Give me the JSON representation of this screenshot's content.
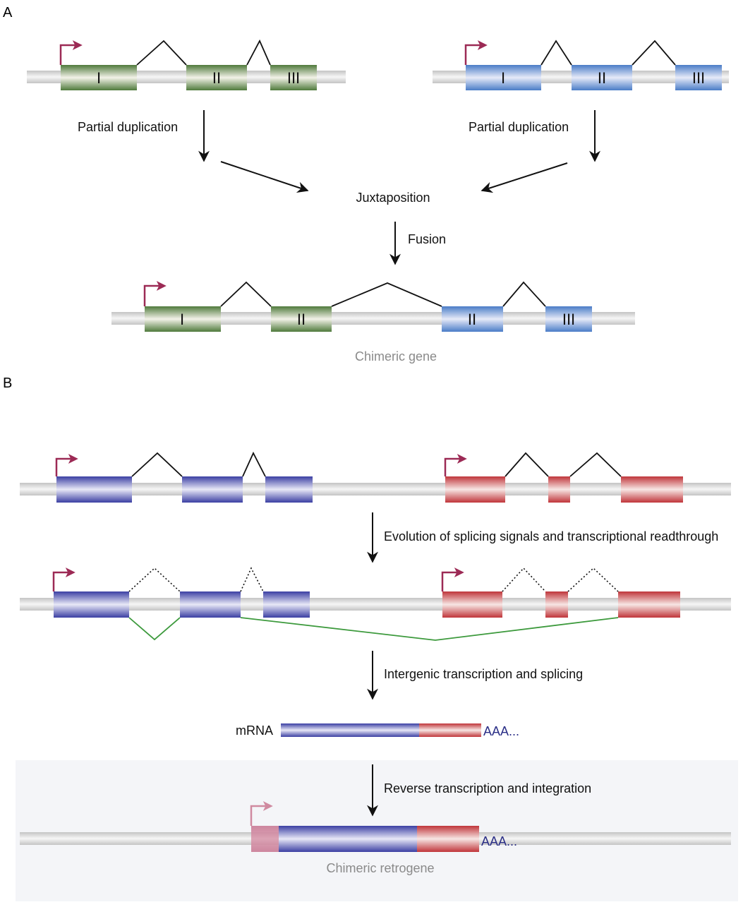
{
  "panels": {
    "a": {
      "label": "A",
      "step1": "Partial duplication",
      "step2": "Partial duplication",
      "juxtaposition": "Juxtaposition",
      "fusion": "Fusion",
      "caption": "Chimeric gene",
      "exons_green": [
        "I",
        "II",
        "III"
      ],
      "exons_blue": [
        "I",
        "II",
        "III"
      ],
      "chimeric_exons": [
        "I",
        "II",
        "II",
        "III"
      ]
    },
    "b": {
      "label": "B",
      "step1": "Evolution of splicing signals and transcriptional readthrough",
      "step2": "Intergenic transcription and splicing",
      "mrna_label": "mRNA",
      "polya": "AAA...",
      "step3": "Reverse transcription and integration",
      "polya_retro": "AAA...",
      "caption": "Chimeric retrogene"
    }
  },
  "colors": {
    "green_exon": "#4f7a3c",
    "blue_exon": "#4a7cc7",
    "purple_exon": "#3b3fa3",
    "red_exon": "#c0353a",
    "promoter": "#9c2a55",
    "retro_promoter": "#d08aa0",
    "splice_alt": "#3d9a3d",
    "shade": "#f4f5f8"
  }
}
